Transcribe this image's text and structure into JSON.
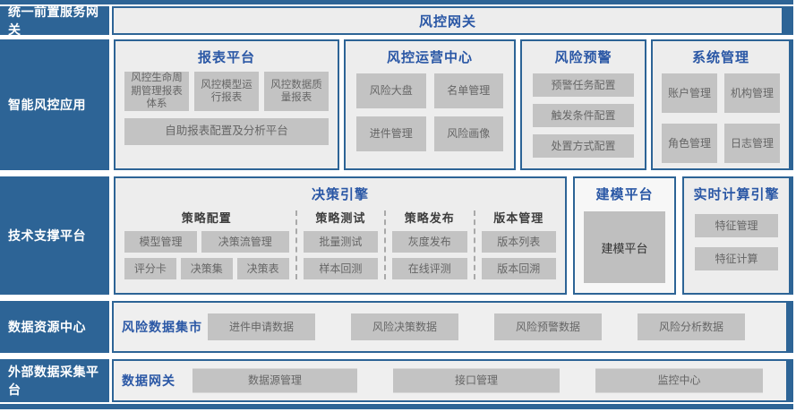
{
  "colors": {
    "band_blue": "#2d6496",
    "header_blue": "#2a57a5",
    "box_gray": "#c3c3c3",
    "container_gray": "#ededed"
  },
  "top_row": {
    "label": "统一前置服务网关",
    "gateway": "风控网关"
  },
  "app_row": {
    "label": "智能风控应用",
    "report": {
      "title": "报表平台",
      "items": [
        "风控生命周期管理报表体系",
        "风控模型运行报表",
        "风控数据质量报表"
      ],
      "wide_item": "自助报表配置及分析平台"
    },
    "ops": {
      "title": "风控运营中心",
      "items": [
        "风险大盘",
        "名单管理",
        "进件管理",
        "风险画像"
      ]
    },
    "alert": {
      "title": "风险预警",
      "items": [
        "预警任务配置",
        "触发条件配置",
        "处置方式配置"
      ]
    },
    "sys": {
      "title": "系统管理",
      "items": [
        "账户管理",
        "机构管理",
        "角色管理",
        "日志管理"
      ]
    }
  },
  "tech_row": {
    "label": "技术支撑平台",
    "decision_engine": {
      "title": "决策引擎",
      "columns": [
        {
          "title": "策略配置",
          "rows": [
            [
              "模型管理",
              "决策流管理"
            ],
            [
              "评分卡",
              "决策集",
              "决策表"
            ]
          ]
        },
        {
          "title": "策略测试",
          "rows": [
            [
              "批量测试"
            ],
            [
              "样本回测"
            ]
          ]
        },
        {
          "title": "策略发布",
          "rows": [
            [
              "灰度发布"
            ],
            [
              "在线评测"
            ]
          ]
        },
        {
          "title": "版本管理",
          "rows": [
            [
              "版本列表"
            ],
            [
              "版本回溯"
            ]
          ]
        }
      ]
    },
    "modeling": {
      "title": "建模平台",
      "item": "建模平台"
    },
    "realtime": {
      "title": "实时计算引擎",
      "items": [
        "特征管理",
        "特征计算"
      ]
    }
  },
  "data_row": {
    "label": "数据资源中心",
    "title": "风险数据集市",
    "items": [
      "进件申请数据",
      "风险决策数据",
      "风险预警数据",
      "风险分析数据"
    ]
  },
  "external_row": {
    "label": "外部数据采集平台",
    "title": "数据网关",
    "items": [
      "数据源管理",
      "接口管理",
      "监控中心"
    ]
  }
}
